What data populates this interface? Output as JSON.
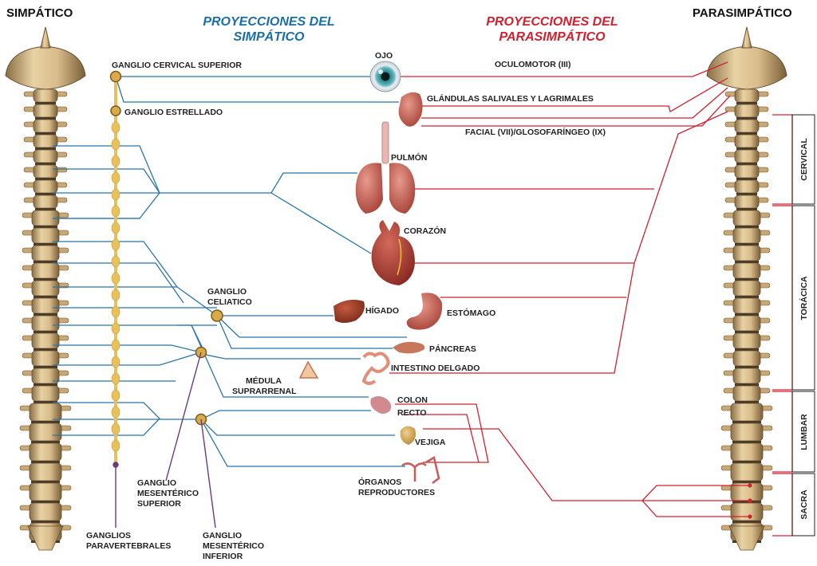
{
  "headers": {
    "left": "SIMPÁTICO",
    "right": "PARASIMPÁTICO",
    "sym_title_1": "PROYECCIONES DEL",
    "sym_title_2": "SIMPÁTICO",
    "para_title_1": "PROYECCIONES DEL",
    "para_title_2": "PARASIMPÁTICO"
  },
  "colors": {
    "sympathetic": "#2a75a8",
    "parasympathetic": "#d2202f",
    "mesenteric": "#6b3a7d",
    "ganglion": "#e8c15a",
    "bone": "#d9bf8f",
    "disc": "#4a3a28",
    "title_blue": "#1b6fa8",
    "title_red": "#d2202f"
  },
  "labels": {
    "ganglio_cervical_superior": "GANGLIO CERVICAL SUPERIOR",
    "ganglio_estrellado": "GANGLIO ESTRELLADO",
    "ganglio_celiatico_1": "GANGLIO",
    "ganglio_celiatico_2": "CELIATICO",
    "medula_1": "MÉDULA",
    "medula_2": "SUPRARRENAL",
    "gms_1": "GANGLIO",
    "gms_2": "MESENTÉRICO",
    "gms_3": "SUPERIOR",
    "gmi_1": "GANGLIO",
    "gmi_2": "MESENTÉRICO",
    "gmi_3": "INFERIOR",
    "paravert_1": "GANGLIOS",
    "paravert_2": "PARAVERTEBRALES"
  },
  "organs": {
    "ojo": "OJO",
    "glandulas": "GLÁNDULAS SALIVALES Y LAGRIMALES",
    "pulmon": "PULMÓN",
    "corazon": "CORAZÓN",
    "higado": "HÍGADO",
    "estomago": "ESTÓMAGO",
    "pancreas": "PÁNCREAS",
    "intestino": "INTESTINO DELGADO",
    "colon": "COLON",
    "recto": "RECTO",
    "vejiga": "VEJIGA",
    "organos_1": "ÓRGANOS",
    "organos_2": "REPRODUCTORES"
  },
  "nerves": {
    "oculomotor": "OCULOMOTOR (III)",
    "facial": "FACIAL (VII)/GLOSOFARÍNGEO (IX)"
  },
  "regions": {
    "cervical": "CERVICAL",
    "toracica": "TORÁCICA",
    "lumbar": "LUMBAR",
    "sacra": "SACRA"
  }
}
